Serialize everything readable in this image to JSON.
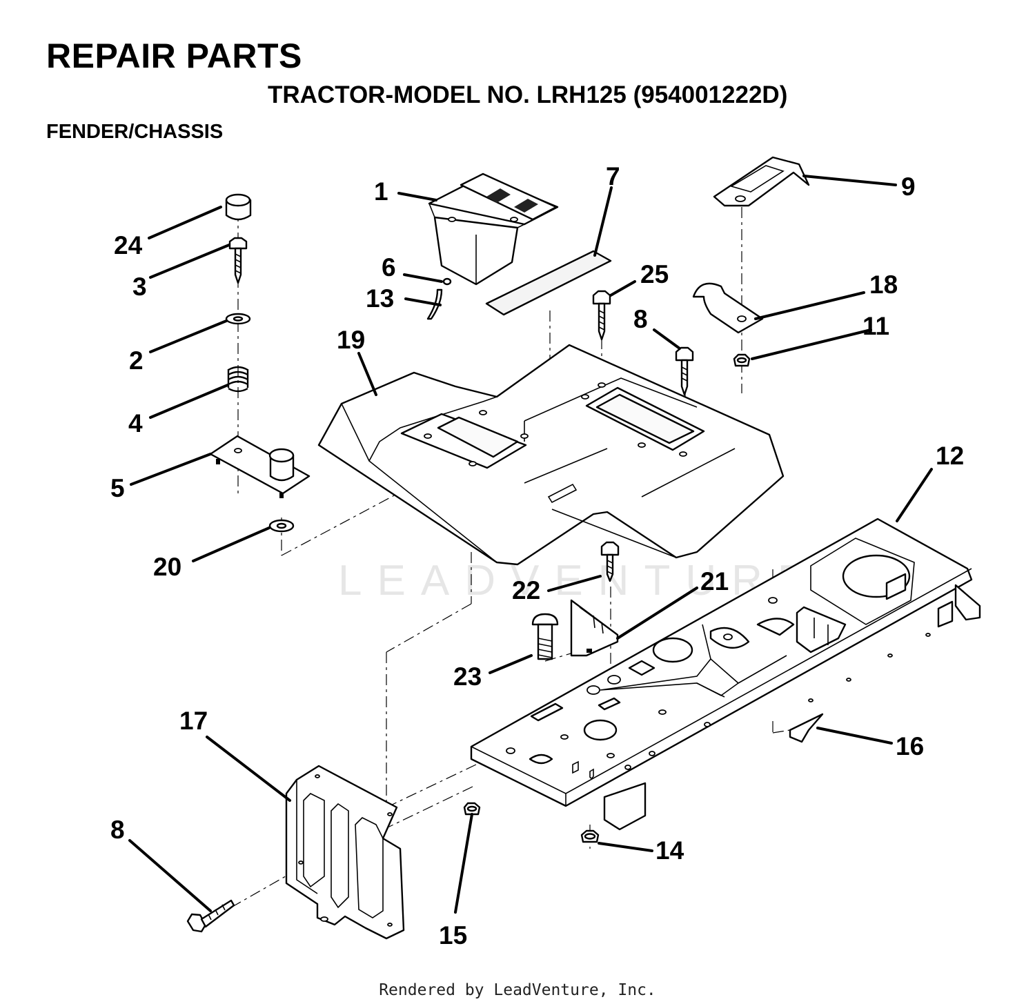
{
  "header": {
    "title": "REPAIR PARTS",
    "subtitle": "TRACTOR-MODEL NO. LRH125 (954001222D)",
    "section": "FENDER/CHASSIS"
  },
  "watermark": "LEADVENTURE",
  "footer": "Rendered by LeadVenture, Inc.",
  "callouts": {
    "c1": "1",
    "c2": "2",
    "c3": "3",
    "c4": "4",
    "c5": "5",
    "c6": "6",
    "c7": "7",
    "c8a": "8",
    "c8b": "8",
    "c9": "9",
    "c11": "11",
    "c12": "12",
    "c13": "13",
    "c14": "14",
    "c15": "15",
    "c16": "16",
    "c17": "17",
    "c18": "18",
    "c19": "19",
    "c20": "20",
    "c21": "21",
    "c22": "22",
    "c23": "23",
    "c24": "24",
    "c25": "25"
  }
}
